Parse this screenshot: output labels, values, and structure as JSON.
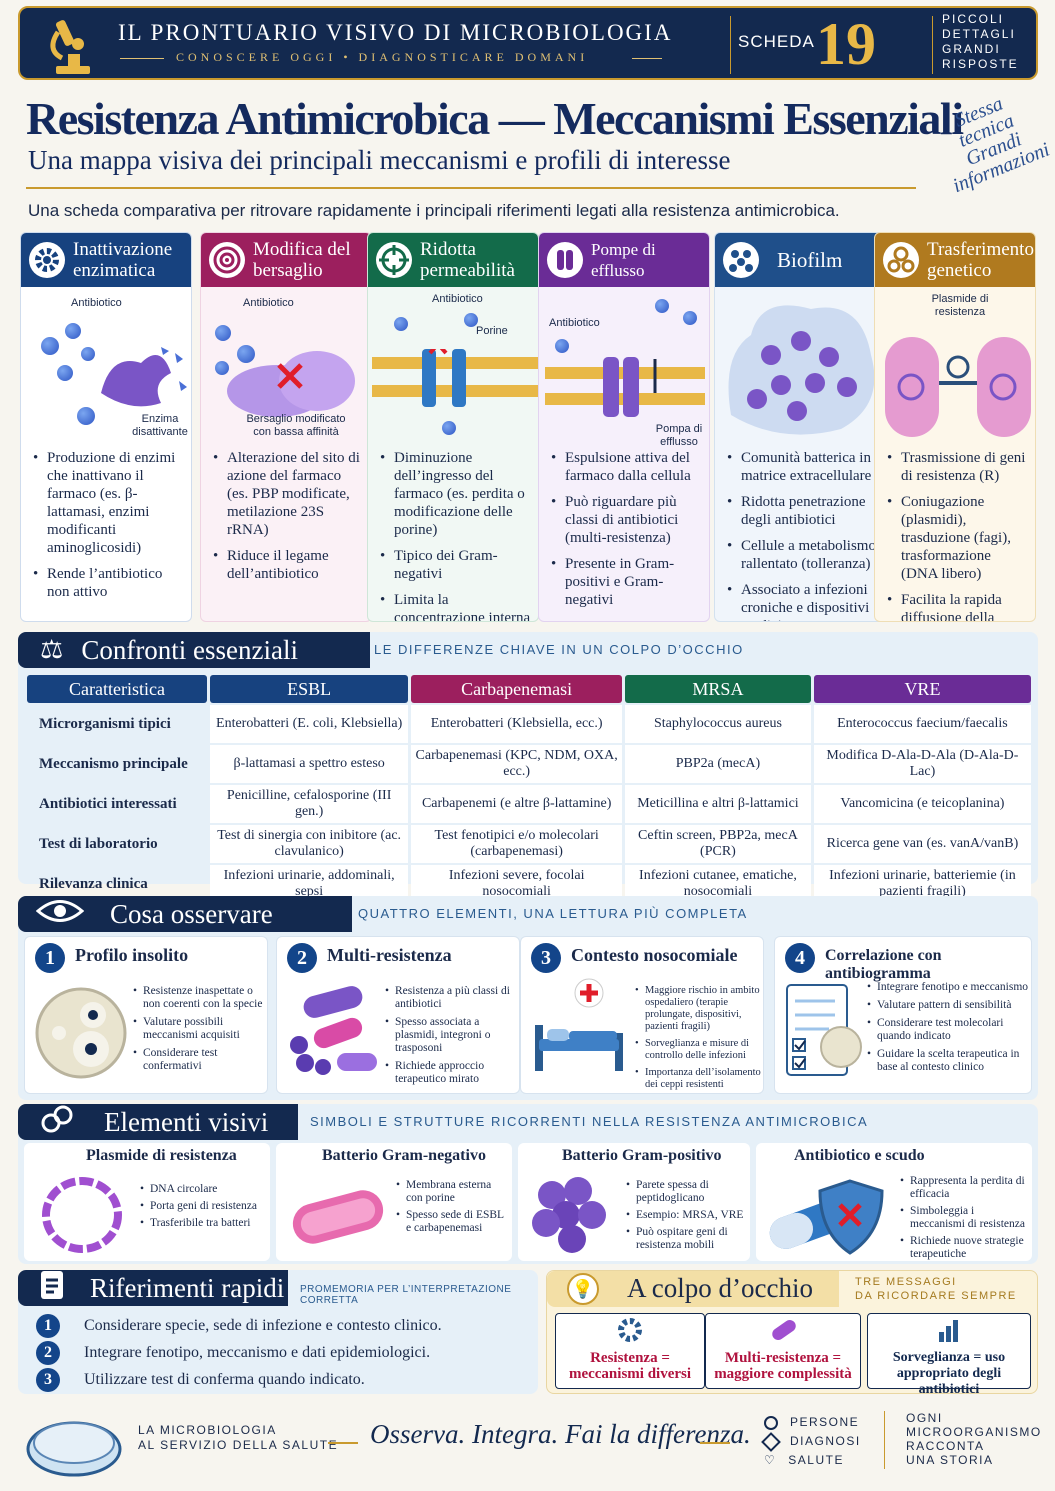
{
  "header": {
    "title": "IL PRONTUARIO VISIVO DI MICROBIOLOGIA",
    "tagline": "CONOSCERE OGGI • DIAGNOSTICARE DOMANI",
    "scheda_label": "SCHEDA",
    "scheda_number": "19",
    "motto": [
      "PICCOLI",
      "DETTAGLI",
      "GRANDI",
      "RISPOSTE"
    ]
  },
  "title": "Resistenza Antimicrobica — Meccanismi Essenziali",
  "subtitle": "Una mappa visiva dei principali meccanismi e profili di interesse",
  "handwritten": [
    "Stessa",
    "tecnica",
    "Grandi",
    "informazioni"
  ],
  "intro": "Una scheda comparativa per ritrovare rapidamente i principali riferimenti legati alla resistenza antimicrobica.",
  "mechanisms": [
    {
      "title": "Inattivazione enzimatica",
      "color": "#17427f",
      "labels": [
        "Antibiotico",
        "Enzima disattivante"
      ],
      "bullets": [
        "Produzione di enzimi che inattivano il farmaco (es. β-lattamasi, enzimi modificanti aminoglicosidi)",
        "Rende l’antibiotico non attivo"
      ]
    },
    {
      "title": "Modifica del bersaglio",
      "color": "#9c1f5e",
      "labels": [
        "Antibiotico",
        "Bersaglio modificato con bassa affinità"
      ],
      "bullets": [
        "Alterazione del sito di azione del farmaco (es. PBP modificate, metilazione 23S rRNA)",
        "Riduce il legame dell’antibiotico"
      ]
    },
    {
      "title": "Ridotta permeabilità",
      "color": "#136b4a",
      "labels": [
        "Antibiotico",
        "Porine"
      ],
      "bullets": [
        "Diminuzione dell’ingresso del farmaco (es. perdita o modificazione delle porine)",
        "Tipico dei Gram-negativi",
        "Limita la concentrazione interna del farmaco"
      ]
    },
    {
      "title": "Pompe di efflusso",
      "color": "#6a2c96",
      "labels": [
        "Antibiotico",
        "Pompa di efflusso"
      ],
      "bullets": [
        "Espulsione attiva del farmaco dalla cellula",
        "Può riguardare più classi di antibiotici (multi-resistenza)",
        "Presente in Gram-positivi e Gram-negativi"
      ]
    },
    {
      "title": "Biofilm",
      "color": "#1f4f8a",
      "labels": [],
      "bullets": [
        "Comunità batterica in matrice extracellulare",
        "Ridotta penetrazione degli antibiotici",
        "Cellule a metabolismo rallentato (tolleranza)",
        "Associato a infezioni croniche e dispositivi medici"
      ]
    },
    {
      "title": "Trasferimento genetico",
      "color": "#b07a1f",
      "labels": [
        "Plasmide di resistenza"
      ],
      "bullets": [
        "Trasmissione di geni di resistenza (R)",
        "Coniugazione (plasmidi), trasduzione (fagi), trasformazione (DNA libero)",
        "Facilita la rapida diffusione della resistenza"
      ]
    }
  ],
  "comparisons": {
    "title": "Confronti essenziali",
    "subtitle": "LE DIFFERENZE CHIAVE IN UN COLPO D’OCCHIO",
    "columns": [
      {
        "label": "Caratteristica",
        "color": "#17427f"
      },
      {
        "label": "ESBL",
        "color": "#17427f"
      },
      {
        "label": "Carbapenemasi",
        "color": "#9c1f5e"
      },
      {
        "label": "MRSA",
        "color": "#136b4a"
      },
      {
        "label": "VRE",
        "color": "#6a2c96"
      }
    ],
    "rows": [
      [
        "Microrganismi tipici",
        "Enterobatteri (E. coli, Klebsiella)",
        "Enterobatteri (Klebsiella, ecc.)",
        "Staphylococcus aureus",
        "Enterococcus faecium/faecalis"
      ],
      [
        "Meccanismo principale",
        "β-lattamasi a spettro esteso",
        "Carbapenemasi (KPC, NDM, OXA, ecc.)",
        "PBP2a (mecA)",
        "Modifica D-Ala-D-Ala (D-Ala-D-Lac)"
      ],
      [
        "Antibiotici interessati",
        "Penicilline, cefalosporine (III gen.)",
        "Carbapenemi (e altre β-lattamine)",
        "Meticillina e altri β-lattamici",
        "Vancomicina (e teicoplanina)"
      ],
      [
        "Test di laboratorio",
        "Test di sinergia con inibitore (ac. clavulanico)",
        "Test fenotipici e/o molecolari (carbapenemasi)",
        "Ceftin screen, PBP2a, mecA (PCR)",
        "Ricerca gene van (es. vanA/vanB)"
      ],
      [
        "Rilevanza clinica",
        "Infezioni urinarie, addominali, sepsi",
        "Infezioni severe, focolai nosocomiali",
        "Infezioni cutanee, ematiche, nosocomiali",
        "Infezioni urinarie, batteriemie (in pazienti fragili)"
      ]
    ]
  },
  "observe": {
    "title": "Cosa osservare",
    "subtitle": "QUATTRO ELEMENTI, UNA LETTURA PIÙ COMPLETA",
    "items": [
      {
        "num": "1",
        "title": "Profilo insolito",
        "bullets": [
          "Resistenze inaspettate o non coerenti con la specie",
          "Valutare possibili meccanismi acquisiti",
          "Considerare test confermativi"
        ]
      },
      {
        "num": "2",
        "title": "Multi-resistenza",
        "bullets": [
          "Resistenza a più classi di antibiotici",
          "Spesso associata a plasmidi, integroni o trasposoni",
          "Richiede approccio terapeutico mirato"
        ]
      },
      {
        "num": "3",
        "title": "Contesto nosocomiale",
        "bullets": [
          "Maggiore rischio in ambito ospedaliero (terapie prolungate, dispositivi, pazienti fragili)",
          "Sorveglianza e misure di controllo delle infezioni",
          "Importanza dell’isolamento dei ceppi resistenti"
        ]
      },
      {
        "num": "4",
        "title": "Correlazione con antibiogramma",
        "bullets": [
          "Integrare fenotipo e meccanismo",
          "Valutare pattern di sensibilità",
          "Considerare test molecolari quando indicato",
          "Guidare la scelta terapeutica in base al contesto clinico"
        ]
      }
    ]
  },
  "visuals": {
    "title": "Elementi visivi",
    "subtitle": "SIMBOLI E STRUTTURE RICORRENTI NELLA RESISTENZA ANTIMICROBICA",
    "items": [
      {
        "title": "Plasmide di resistenza",
        "bullets": [
          "DNA circolare",
          "Porta geni di resistenza",
          "Trasferibile tra batteri"
        ]
      },
      {
        "title": "Batterio Gram-negativo",
        "bullets": [
          "Membrana esterna con porine",
          "Spesso sede di ESBL e carbapenemasi"
        ]
      },
      {
        "title": "Batterio Gram-positivo",
        "bullets": [
          "Parete spessa di peptidoglicano",
          "Esempio: MRSA, VRE",
          "Può ospitare geni di resistenza mobili"
        ]
      },
      {
        "title": "Antibiotico e scudo",
        "bullets": [
          "Rappresenta la perdita di efficacia",
          "Simboleggia i meccanismi di resistenza",
          "Richiede nuove strategie terapeutiche"
        ]
      }
    ]
  },
  "references": {
    "title": "Riferimenti rapidi",
    "subtitle": "PROMEMORIA PER L’INTERPRETAZIONE CORRETTA",
    "items": [
      {
        "num": "1",
        "text": "Considerare specie, sede di infezione e contesto clinico."
      },
      {
        "num": "2",
        "text": "Integrare fenotipo, meccanismo e dati epidemiologici."
      },
      {
        "num": "3",
        "text": "Utilizzare test di conferma quando indicato."
      }
    ]
  },
  "glance": {
    "title": "A colpo d’occhio",
    "subtitle": [
      "TRE MESSAGGI",
      "DA RICORDARE SEMPRE"
    ],
    "items": [
      {
        "text": "Resistenza = meccanismi diversi",
        "color": "#b0123e"
      },
      {
        "text": "Multi-resistenza = maggiore complessità",
        "color": "#b0123e"
      },
      {
        "text": "Sorveglianza = uso appropriato degli antibiotici",
        "color": "#13294f"
      }
    ]
  },
  "footer": {
    "left": [
      "LA MICROBIOLOGIA",
      "AL SERVIZIO DELLA SALUTE"
    ],
    "slogan": "Osserva. Integra. Fai la differenza.",
    "pillars": [
      "PERSONE",
      "DIAGNOSI",
      "SALUTE"
    ],
    "right": [
      "OGNI",
      "MICROORGANISMO",
      "RACCONTA",
      "UNA STORIA"
    ]
  }
}
